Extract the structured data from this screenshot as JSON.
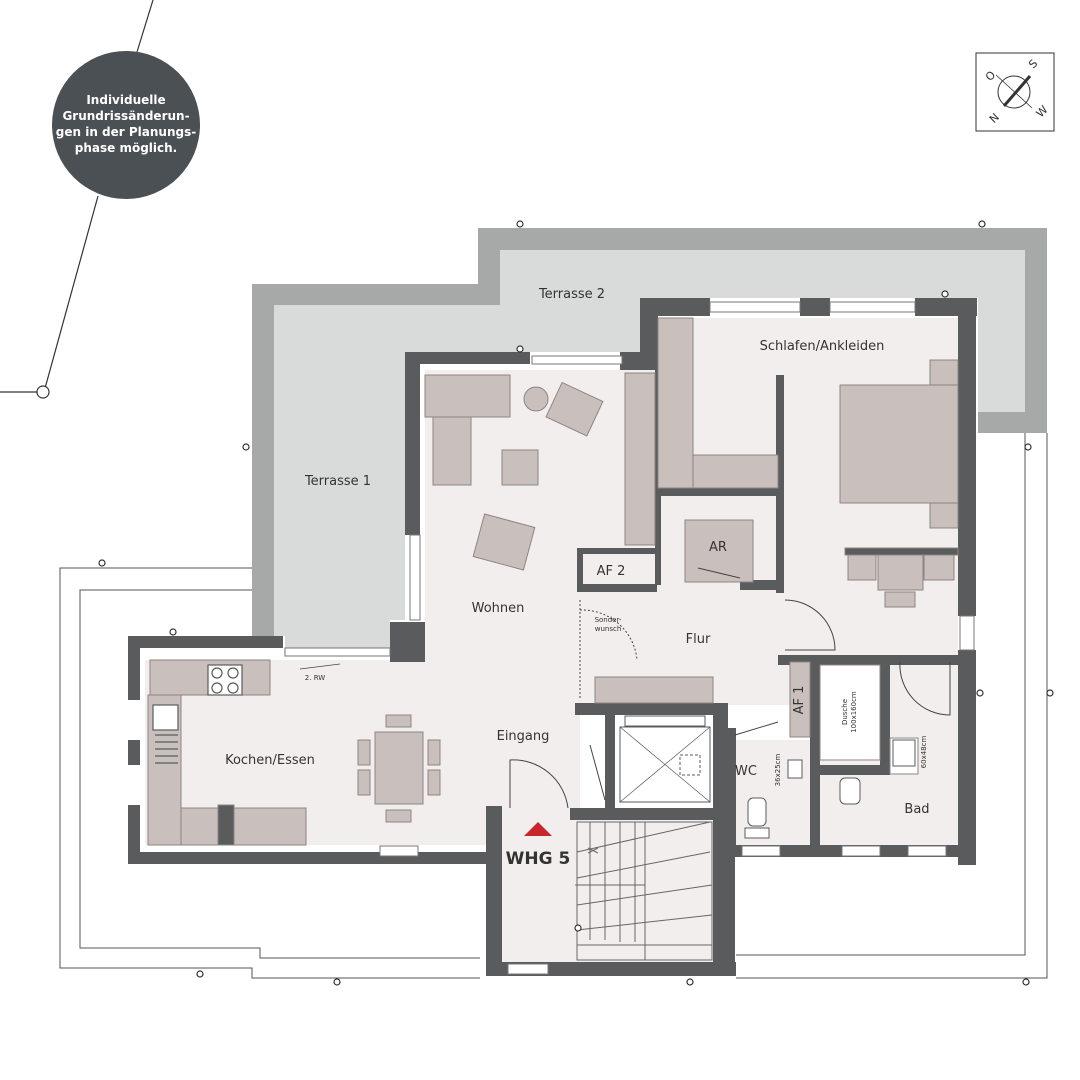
{
  "callout": {
    "lines": [
      "Individuelle",
      "Grundrissänderun-",
      "gen in der Planungs-",
      "phase möglich."
    ]
  },
  "compass": {
    "letters": [
      "O",
      "S",
      "W",
      "N"
    ]
  },
  "rooms": {
    "terrasse_1": "Terrasse 1",
    "terrasse_2": "Terrasse 2",
    "schlafen": "Schlafen/Ankleiden",
    "wohnen": "Wohnen",
    "kochen": "Kochen/Essen",
    "flur": "Flur",
    "eingang": "Eingang",
    "ar": "AR",
    "af2": "AF 2",
    "af1": "AF 1",
    "wc": "WC",
    "bad": "Bad"
  },
  "annotations": {
    "sonderwunsch_1": "Sonder-",
    "sonderwunsch_2": "wunsch",
    "rw": "2. RW",
    "dusche_1": "Dusche",
    "dusche_2": "100x160cm",
    "wb_wc": "36x25cm",
    "wb_bad": "60x48cm"
  },
  "unit": {
    "label": "WHG 5"
  },
  "colors": {
    "wall": "#5a5b5d",
    "terrace": "#a7a8a8",
    "terrace_inner": "#d9dada",
    "floor": "#f3eeee",
    "furniture": "#c9c0bd",
    "callout_bg": "#4a5054",
    "marker": "#c8262b"
  }
}
